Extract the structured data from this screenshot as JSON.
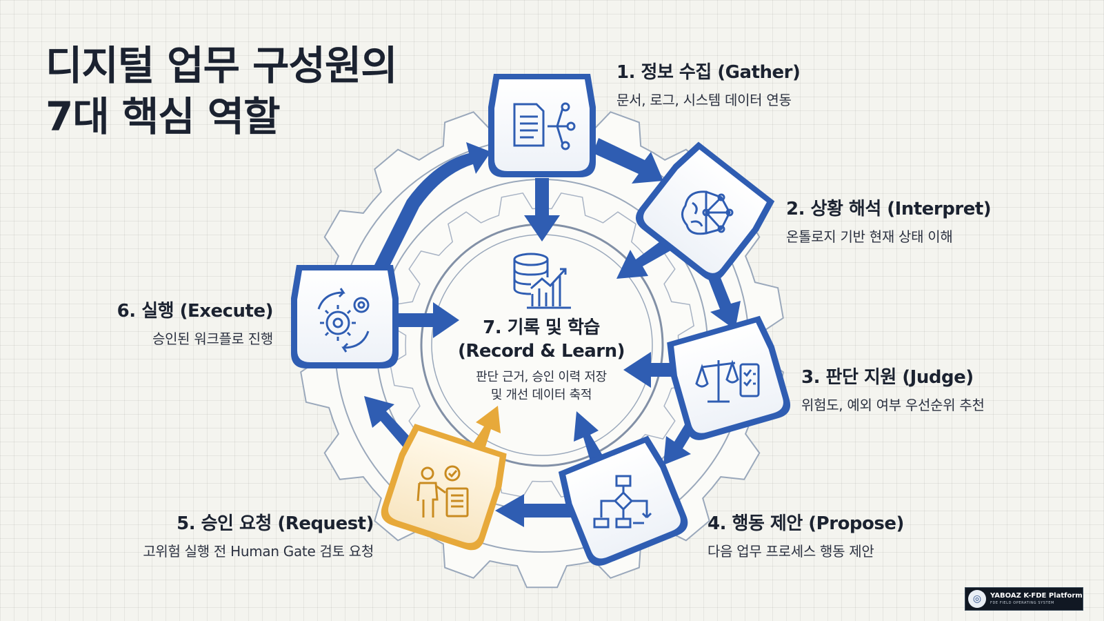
{
  "title": {
    "line1": "디지털 업무 구성원의",
    "line2": "7대 핵심 역할"
  },
  "roles": [
    {
      "heading": "1. 정보 수집 (Gather)",
      "desc": "문서, 로그, 시스템 데이터 연동",
      "icon": "document-network-icon"
    },
    {
      "heading": "2. 상황 해석 (Interpret)",
      "desc": "온톨로지 기반 현재 상태 이해",
      "icon": "brain-network-icon"
    },
    {
      "heading": "3. 판단 지원 (Judge)",
      "desc": "위험도, 예외 여부 우선순위 추천",
      "icon": "scale-checklist-icon"
    },
    {
      "heading": "4. 행동 제안 (Propose)",
      "desc": "다음 업무 프로세스 행동 제안",
      "icon": "flowchart-icon"
    },
    {
      "heading": "5. 승인 요청 (Request)",
      "desc": "고위험 실행 전 Human Gate 검토 요청",
      "icon": "person-approval-icon"
    },
    {
      "heading": "6. 실행 (Execute)",
      "desc": "승인된 워크플로 진행",
      "icon": "gears-cycle-icon"
    }
  ],
  "center": {
    "heading_line1": "7. 기록 및 학습",
    "heading_line2": "(Record & Learn)",
    "desc_line1": "판단 근거, 승인 이력 저장",
    "desc_line2": "및 개선 데이터 축적",
    "icon": "database-chart-icon"
  },
  "badge": {
    "title": "YABOAZ K-FDE Platform",
    "subtitle": "FDE FIELD OPERATING SYSTEM"
  },
  "colors": {
    "blue": "#2f5db2",
    "gold": "#e7a93a",
    "ink": "#1b2230",
    "badge_bg": "#111823"
  }
}
